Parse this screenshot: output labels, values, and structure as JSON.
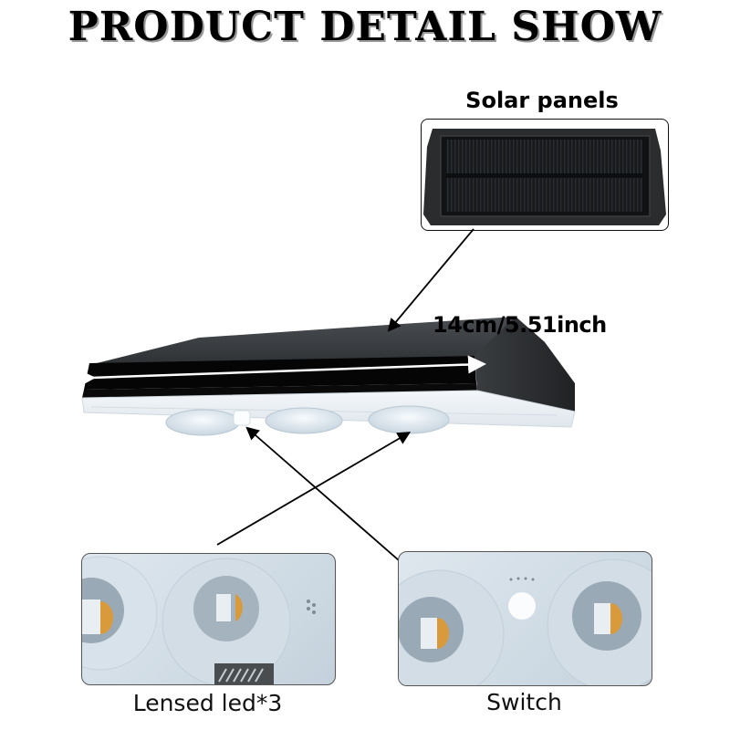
{
  "header": {
    "title": "PRODUCT DETAIL SHOW"
  },
  "callouts": {
    "solar_panels": {
      "label": "Solar panels"
    },
    "dimension": {
      "label": "14cm/5.51inch"
    },
    "lensed_led": {
      "label": "Lensed led*3"
    },
    "switch": {
      "label": "Switch"
    }
  },
  "colors": {
    "background": "#ffffff",
    "housing": "#2b2e31",
    "housing_dark": "#0a0a0a",
    "diffuser": "#e8eef3",
    "led_amber": "#d99a3c",
    "thumb_bg": "#d3dde6",
    "text": "#000000"
  }
}
